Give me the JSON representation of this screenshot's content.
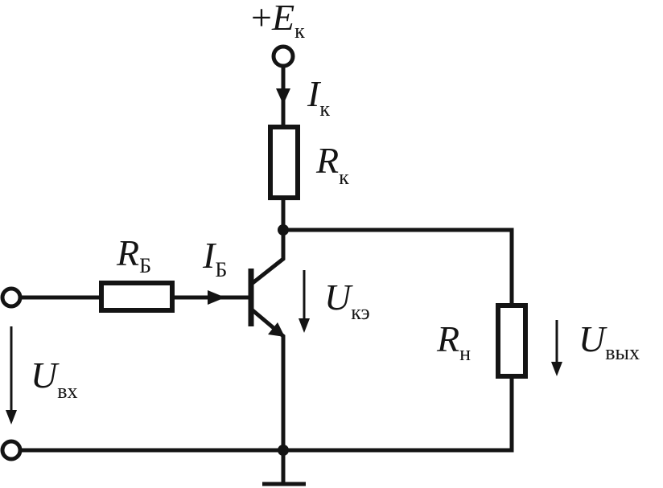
{
  "labels": {
    "supply": {
      "prefix": "+",
      "main": "E",
      "sub": "к"
    },
    "collector_current": {
      "main": "I",
      "sub": "к"
    },
    "collector_resistor": {
      "main": "R",
      "sub": "к"
    },
    "base_resistor": {
      "main": "R",
      "sub": "Б"
    },
    "base_current": {
      "main": "I",
      "sub": "Б"
    },
    "collector_emitter_voltage": {
      "main": "U",
      "sub": "кэ"
    },
    "load_resistor": {
      "main": "R",
      "sub": "н"
    },
    "output_voltage": {
      "main": "U",
      "sub": "вых"
    },
    "input_voltage": {
      "main": "U",
      "sub": "вх"
    }
  }
}
